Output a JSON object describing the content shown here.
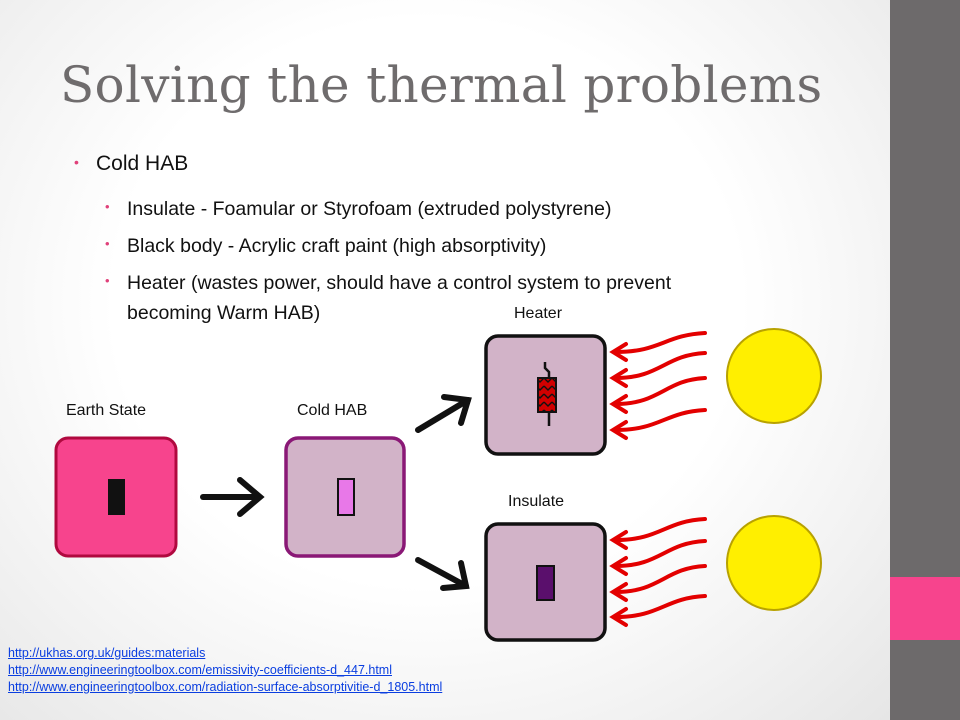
{
  "slide": {
    "title": "Solving the thermal problems",
    "bullets": {
      "main": "Cold HAB",
      "sub": [
        "Insulate - Foamular or Styrofoam (extruded polystyrene)",
        "Black body - Acrylic craft paint (high absorptivity)",
        "Heater (wastes power, should have a control system to prevent",
        "becoming Warm HAB)"
      ]
    },
    "links": [
      "http://ukhas.org.uk/guides:materials",
      "http://www.engineeringtoolbox.com/emissivity-coefficients-d_447.html",
      "http://www.engineeringtoolbox.com/radiation-surface-absorptivitie-d_1805.html"
    ]
  },
  "diagram": {
    "labels": {
      "earth_state": "Earth State",
      "cold_hab": "Cold HAB",
      "heater": "Heater",
      "insulate": "Insulate"
    }
  },
  "colors": {
    "accent_pink": "#f7448d",
    "sidebar_gray": "#6d6a6b",
    "earth_box_fill": "#f7448d",
    "earth_box_border": "#b0093f",
    "hab_box_fill": "#d2b3c8",
    "hab_box_border_cold": "#8a1876",
    "sun": "#ffef00",
    "sun_border": "#b8a200",
    "heat_rays": "#e30000",
    "link": "#0a3ee0"
  }
}
